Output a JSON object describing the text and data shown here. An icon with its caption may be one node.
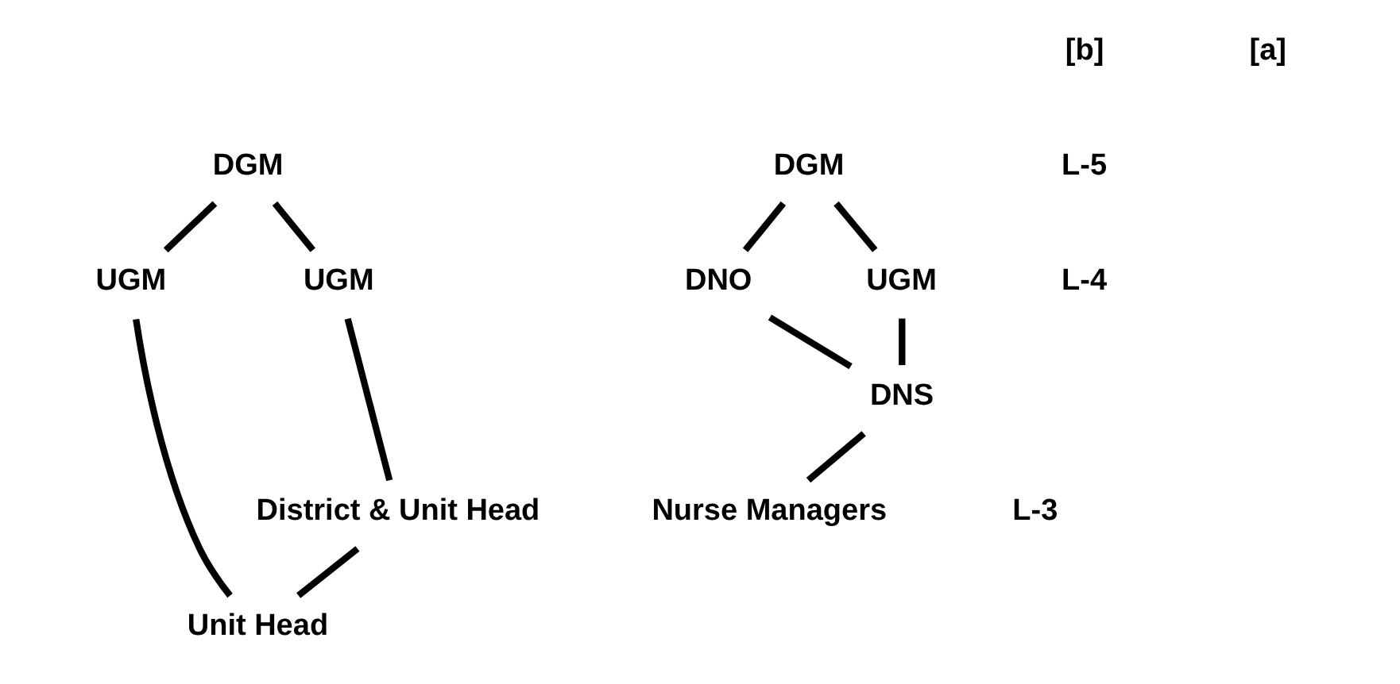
{
  "diagram": {
    "nodes": [
      {
        "text": [
          "DGM"
        ]
      },
      {
        "text": [
          "UGM"
        ]
      },
      {
        "text": [
          "UGM"
        ]
      },
      {
        "text": [
          "Unit Head"
        ]
      },
      {
        "text": [
          "District & Unit Head"
        ]
      },
      {
        "text": [
          "DGM"
        ]
      },
      {
        "text": [
          "DNO"
        ]
      },
      {
        "text": [
          "UGM"
        ]
      },
      {
        "text": [
          "DNS"
        ]
      },
      {
        "text": [
          "Nurse Managers"
        ]
      }
    ],
    "edges": [
      {
        "from": 0,
        "to": 1,
        "arrow": "none"
      },
      {
        "from": 0,
        "to": 2,
        "arrow": "none"
      },
      {
        "from": 1,
        "to": 3,
        "arrow": "none"
      },
      {
        "from": 2,
        "to": 4,
        "arrow": "none"
      },
      {
        "from": 3,
        "to": 4,
        "arrow": "none"
      },
      {
        "from": 5,
        "to": 7,
        "arrow": "none"
      },
      {
        "from": 5,
        "to": 6,
        "arrow": "none"
      },
      {
        "from": 6,
        "to": 8,
        "arrow": "none"
      },
      {
        "from": 7,
        "to": 8,
        "arrow": "none"
      },
      {
        "from": 8,
        "to": 9,
        "arrow": "none"
      }
    ],
    "labels": [
      "[a]",
      "[b]",
      "L-5",
      "L-4",
      "L-3"
    ]
  }
}
